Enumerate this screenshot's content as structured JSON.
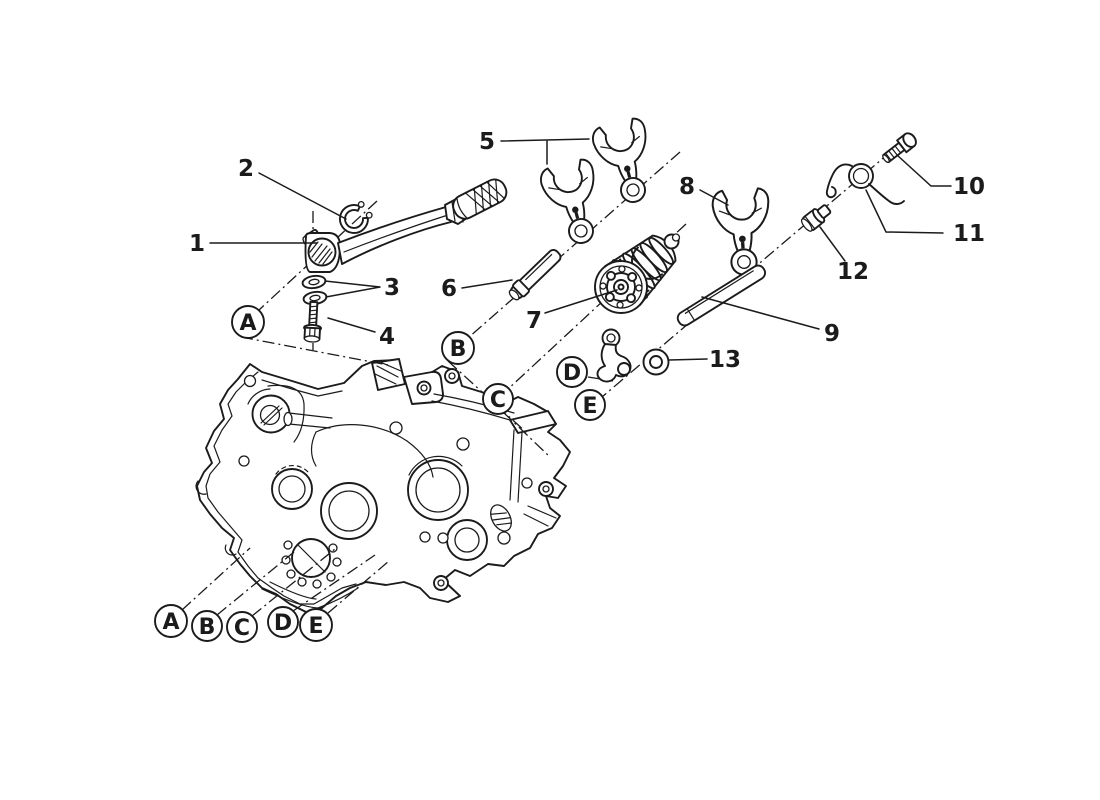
{
  "figure": {
    "part_numbers": [
      "1",
      "2",
      "3",
      "4",
      "5",
      "6",
      "7",
      "8",
      "9",
      "10",
      "11",
      "12",
      "13"
    ],
    "section_letters_top": [
      "A",
      "B",
      "C",
      "D",
      "E"
    ],
    "section_letters_bottom": [
      "A",
      "B",
      "C",
      "D",
      "E"
    ]
  },
  "colors": {
    "ink": "#1b1b1b",
    "paper": "#ffffff"
  }
}
